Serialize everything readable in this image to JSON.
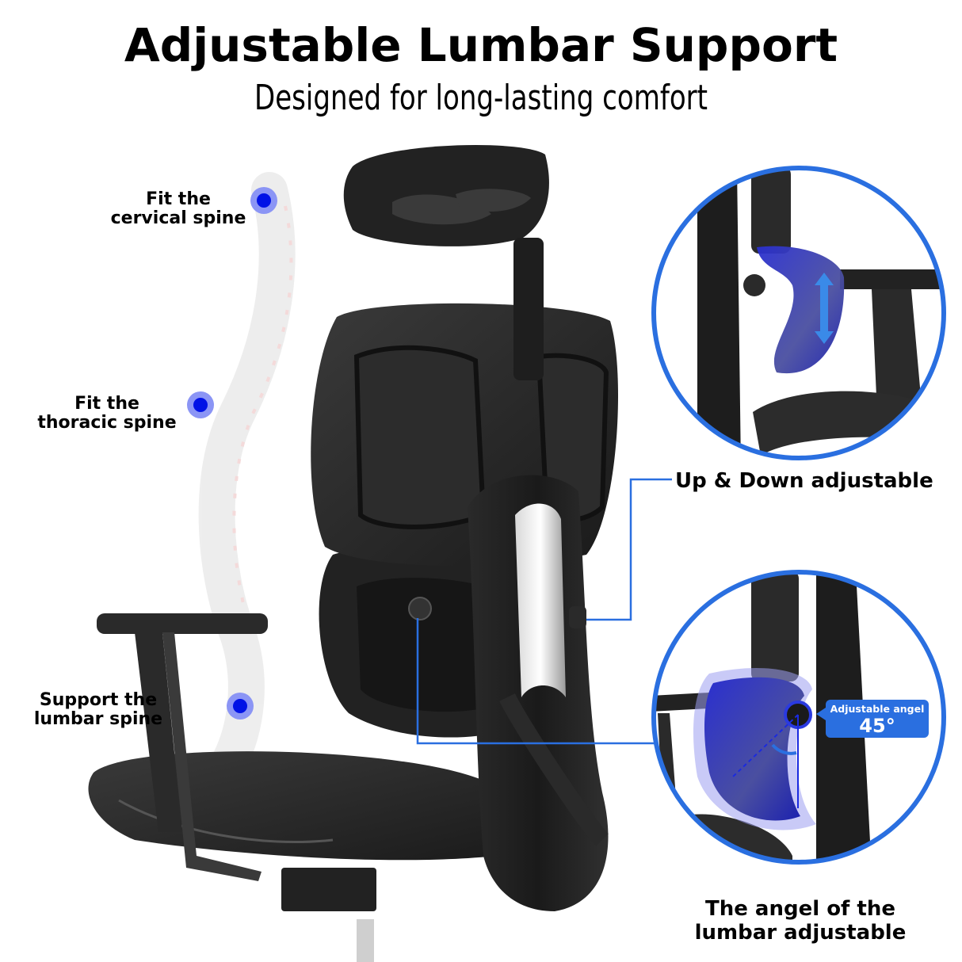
{
  "header": {
    "title": "Adjustable Lumbar Support",
    "subtitle": "Designed for long-lasting comfort"
  },
  "spine_points": [
    {
      "line1": "Fit the",
      "line2": "cervical spine",
      "icon": "blue-dot-icon"
    },
    {
      "line1": "Fit the",
      "line2": "thoracic spine",
      "icon": "blue-dot-icon"
    },
    {
      "line1": "Support the",
      "line2": "lumbar spine",
      "icon": "blue-dot-icon"
    }
  ],
  "callouts": {
    "up_down": "Up & Down adjustable",
    "angle_line1": "The angel of the",
    "angle_line2": "lumbar adjustable"
  },
  "angle_badge": {
    "label": "Adjustable angel",
    "value": "45°"
  },
  "colors": {
    "accent_blue": "#2a6fe0",
    "dot_blue": "#0012e6",
    "dot_halo": "#8b95f5",
    "chair_black": "#1c1c1c"
  }
}
